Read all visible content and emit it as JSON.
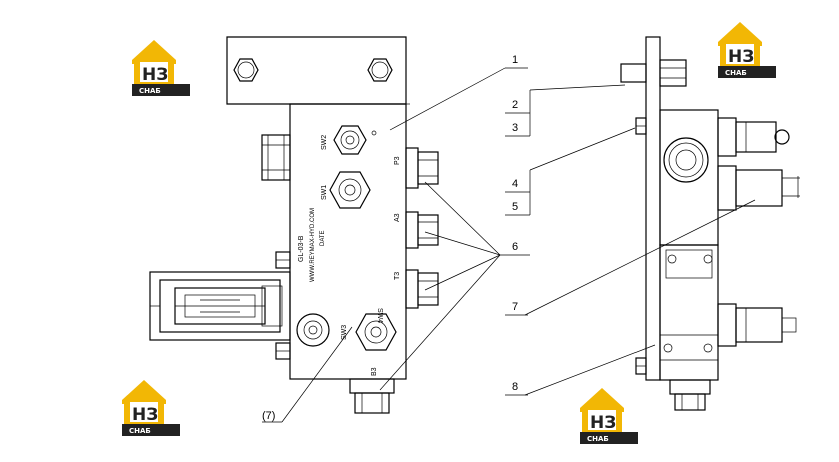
{
  "colors": {
    "line": "#000000",
    "logo_yellow": "#f2b705",
    "logo_dark": "#222222",
    "logo_white": "#ffffff"
  },
  "logo": {
    "mark": "НЗ",
    "name": "СНАБ"
  },
  "front_view": {
    "port_labels": {
      "sw2": "SW2",
      "sw1": "SW1",
      "sw3": "SW3",
      "sw4": "SW4",
      "p3": "P3",
      "a3": "A3",
      "t3": "T3",
      "b3": "B3"
    },
    "body_text": [
      "GL-03-B",
      "WWW.REYMAX-HYD.COM",
      "DATE"
    ],
    "callout_7": "(7)"
  },
  "callouts": [
    "1",
    "2",
    "3",
    "4",
    "5",
    "6",
    "7",
    "8"
  ]
}
